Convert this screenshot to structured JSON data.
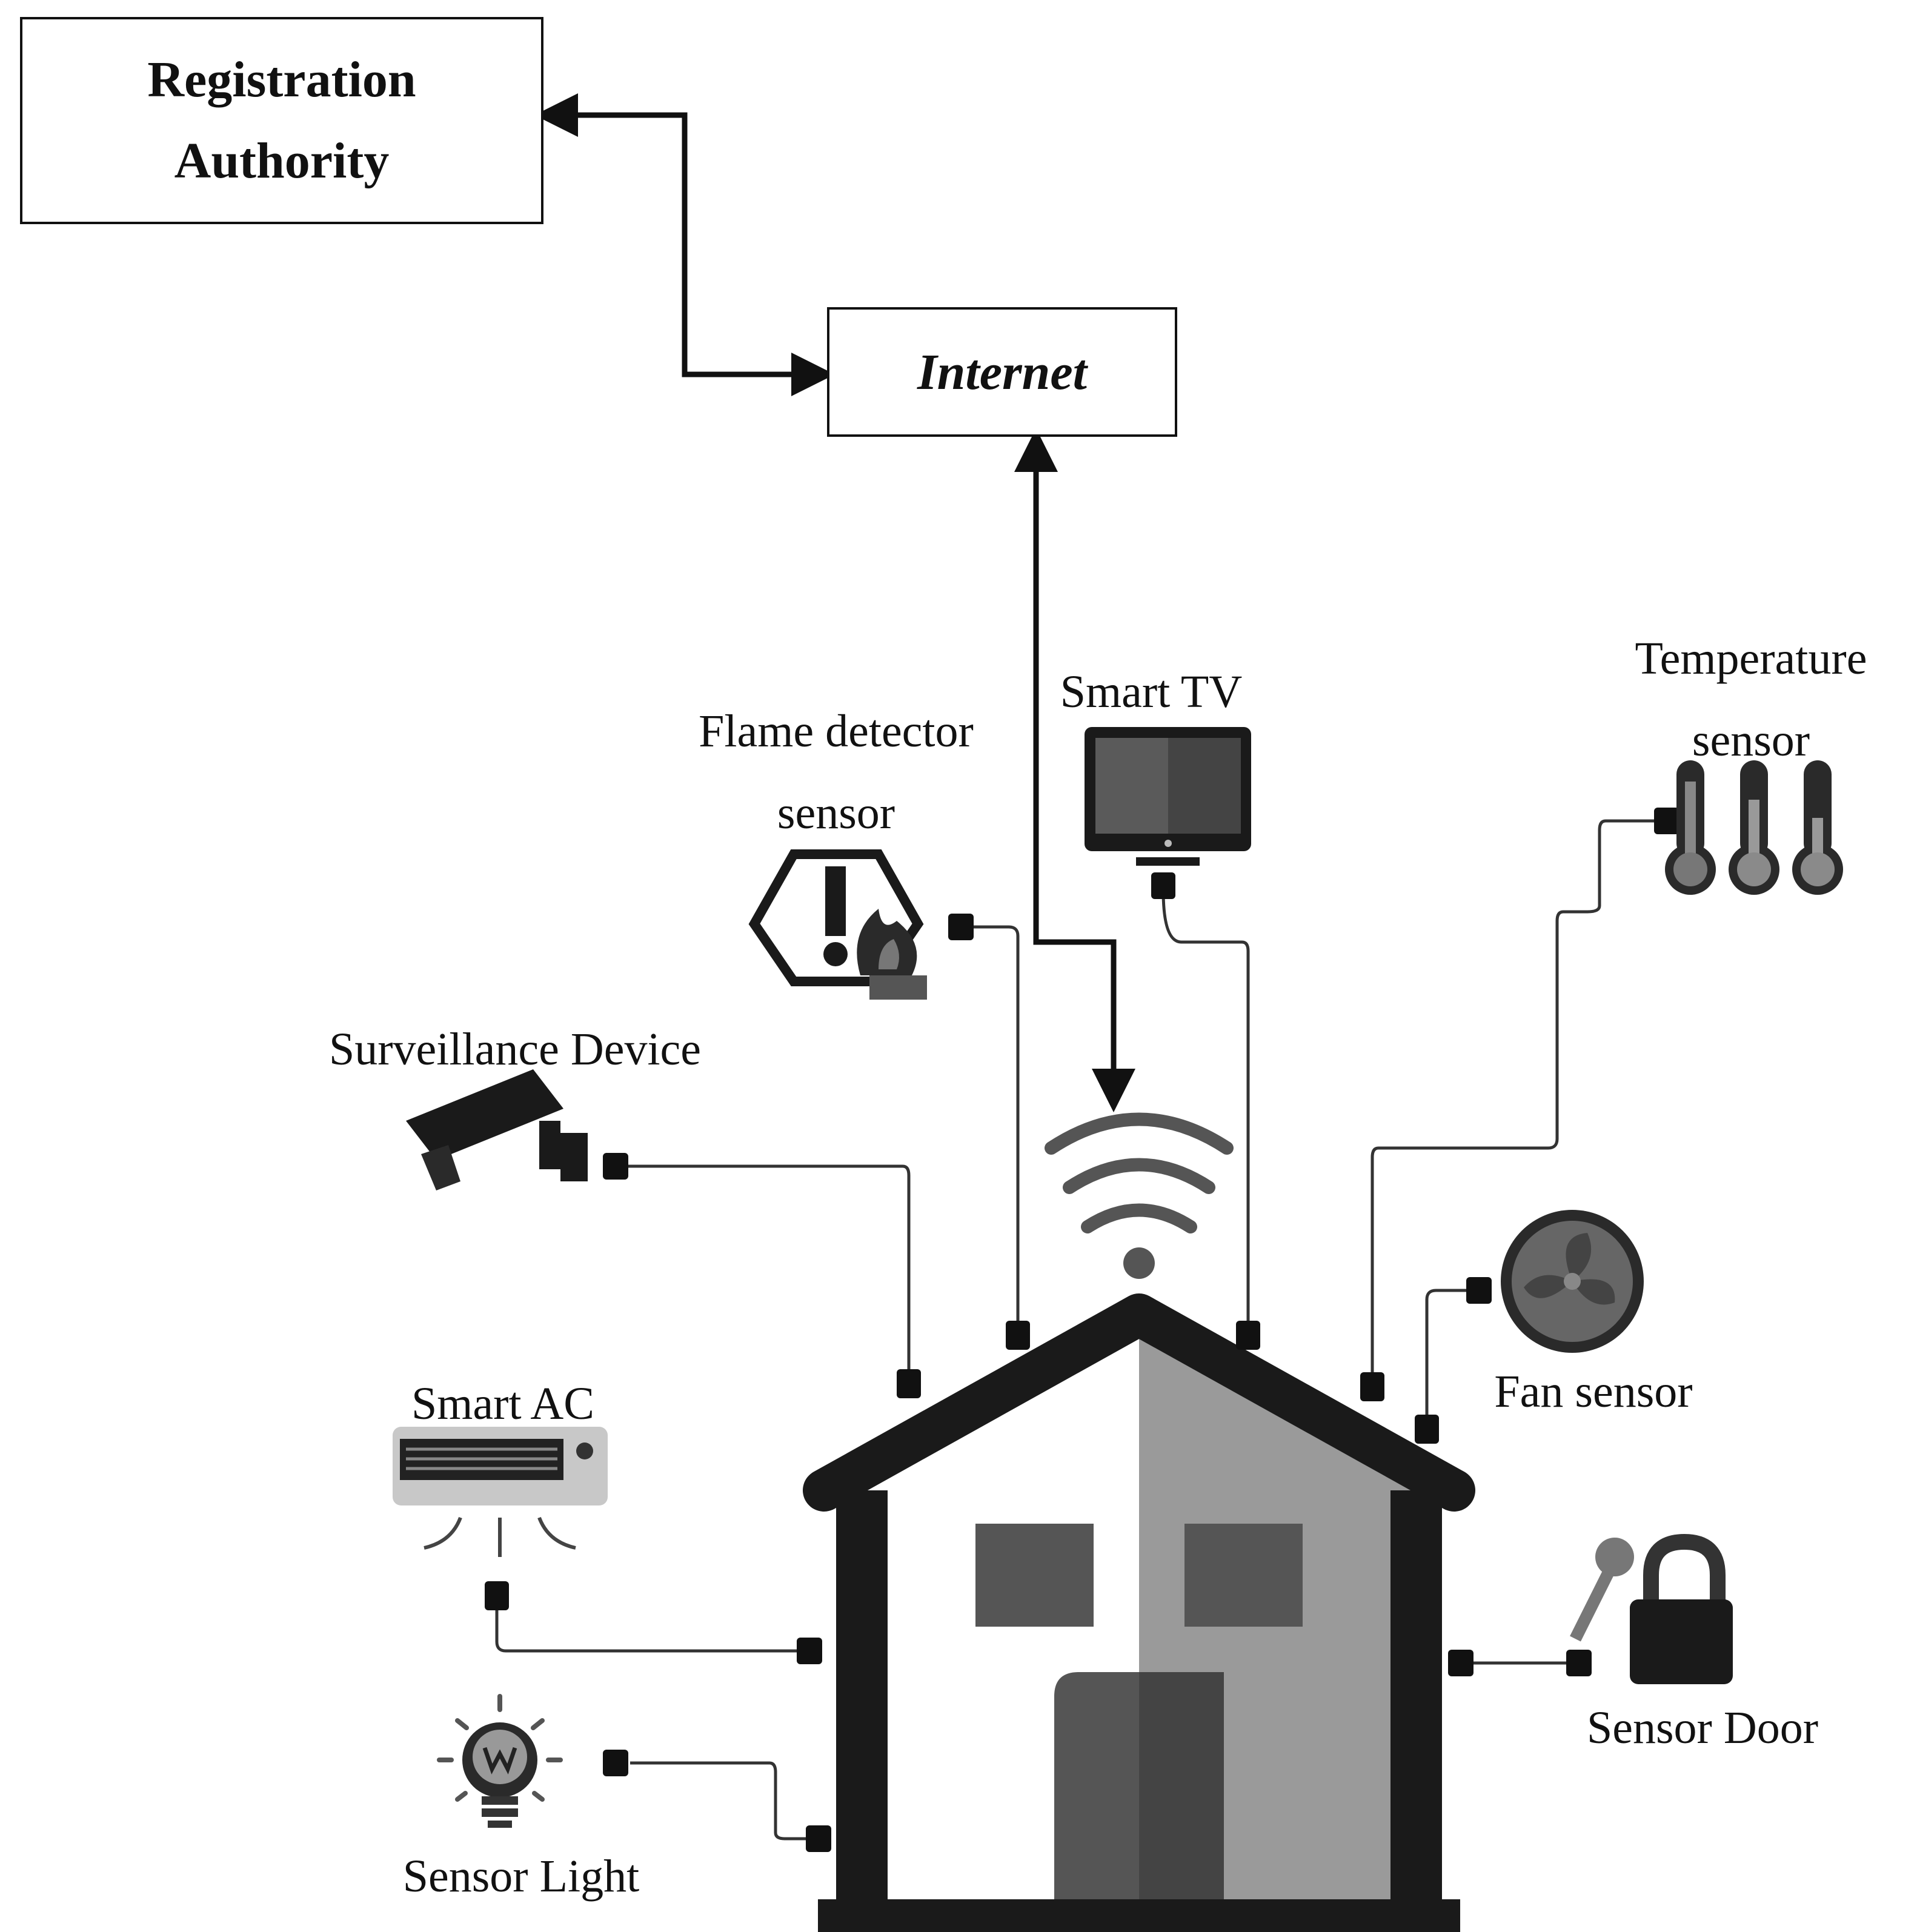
{
  "registration_authority": {
    "line1": "Registration",
    "line2": "Authority"
  },
  "internet": {
    "label": "Internet"
  },
  "devices": {
    "smart_tv": "Smart TV",
    "flame_line1": "Flame detector",
    "flame_line2": "sensor",
    "temp_line1": "Temperature",
    "temp_line2": "sensor",
    "surveillance": "Surveillance Device",
    "fan": "Fan sensor",
    "smart_ac": "Smart AC",
    "door": "Sensor Door",
    "light": "Sensor Light"
  }
}
